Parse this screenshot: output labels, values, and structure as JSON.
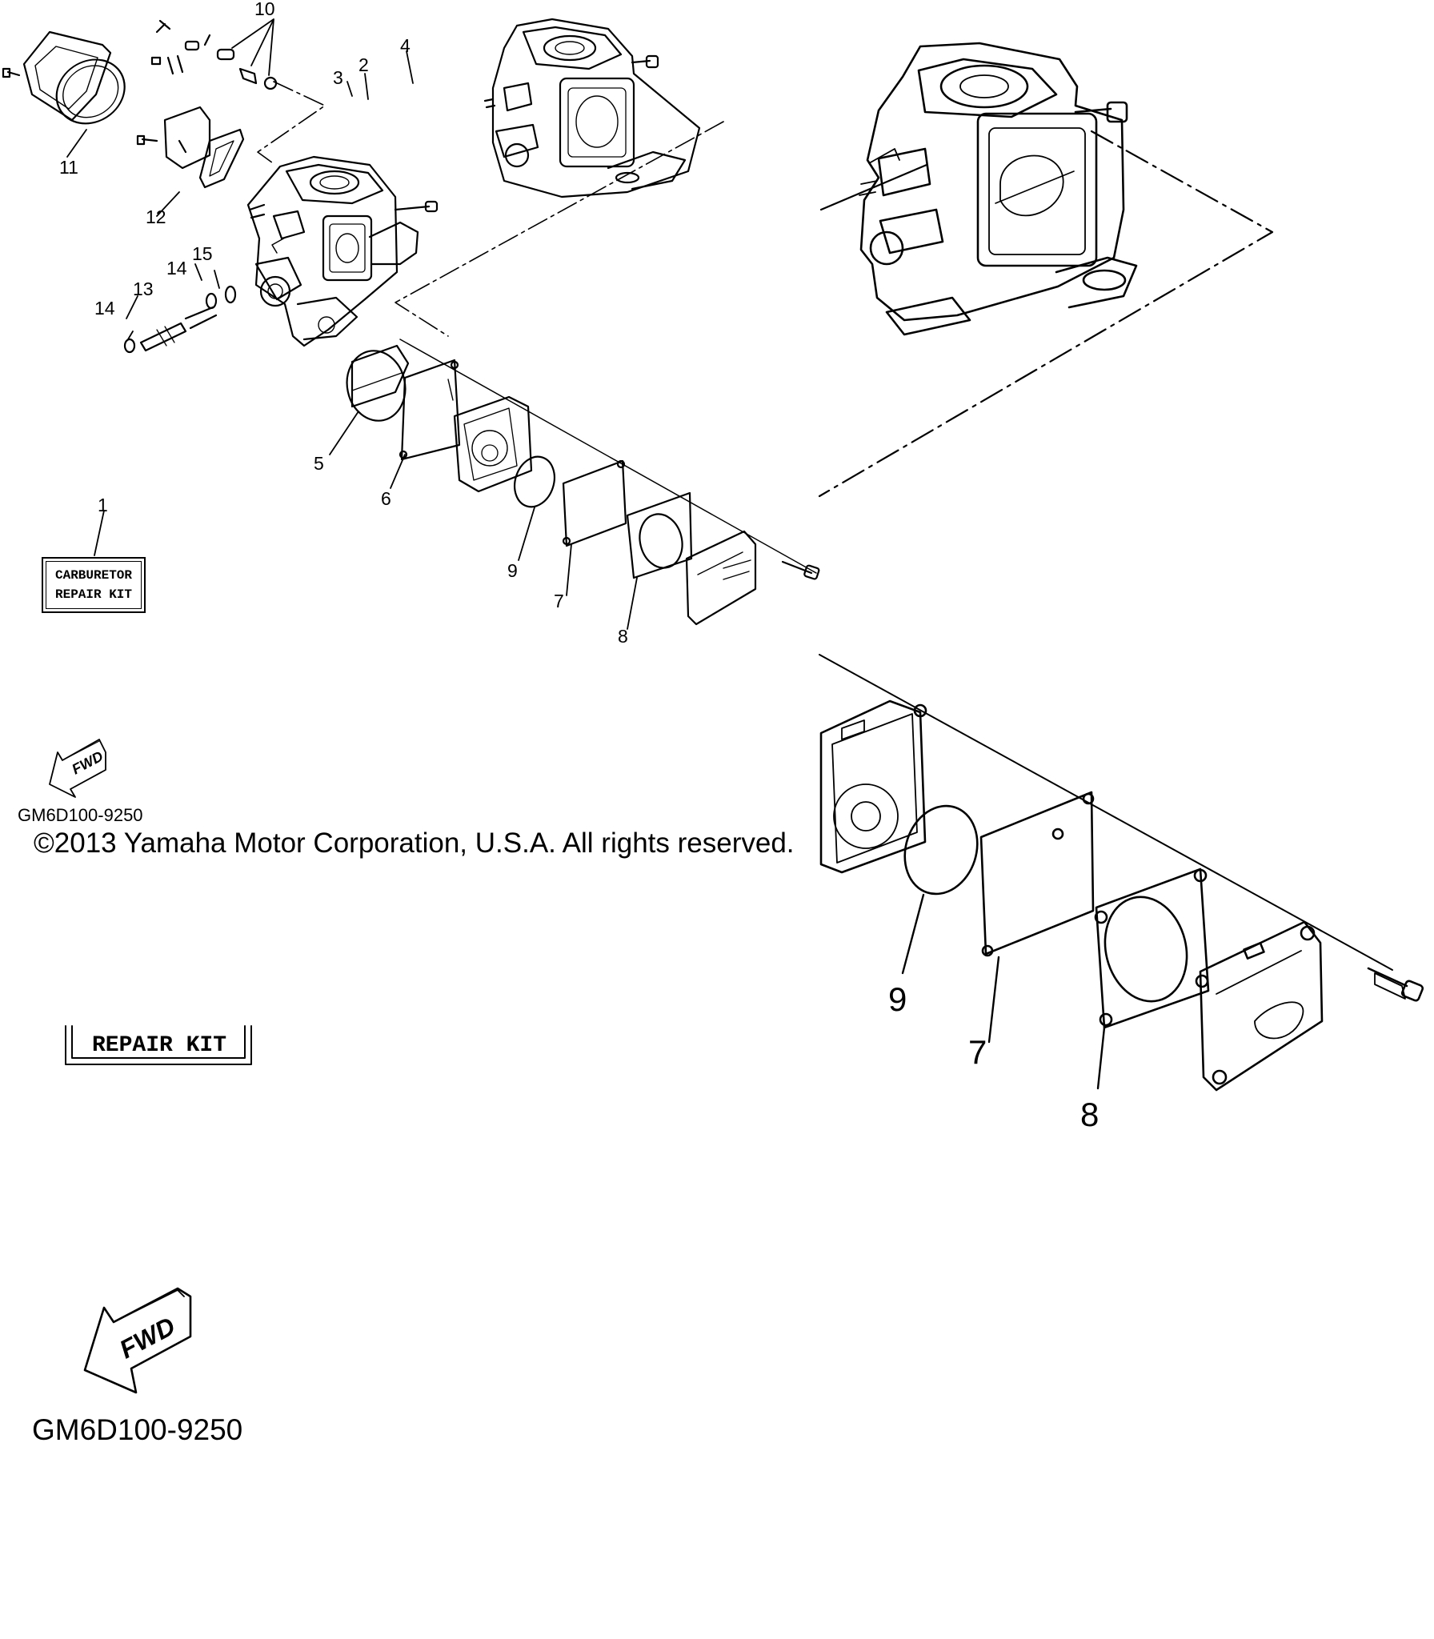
{
  "diagram": {
    "callouts_upper": [
      {
        "id": "c10",
        "label": "10"
      },
      {
        "id": "c4",
        "label": "4"
      },
      {
        "id": "c2",
        "label": "2"
      },
      {
        "id": "c3",
        "label": "3"
      },
      {
        "id": "c11",
        "label": "11"
      },
      {
        "id": "c12",
        "label": "12"
      },
      {
        "id": "c15",
        "label": "15"
      },
      {
        "id": "c14a",
        "label": "14"
      },
      {
        "id": "c13",
        "label": "13"
      },
      {
        "id": "c14b",
        "label": "14"
      },
      {
        "id": "c5",
        "label": "5"
      },
      {
        "id": "c6",
        "label": "6"
      },
      {
        "id": "c1",
        "label": "1"
      },
      {
        "id": "c9",
        "label": "9"
      },
      {
        "id": "c7",
        "label": "7"
      },
      {
        "id": "c8",
        "label": "8"
      }
    ],
    "callouts_zoom": [
      {
        "id": "z9",
        "label": "9"
      },
      {
        "id": "z7",
        "label": "7"
      },
      {
        "id": "z8",
        "label": "8"
      }
    ],
    "kit_label": {
      "line1": "CARBURETOR",
      "line2": "REPAIR KIT"
    },
    "repair_kit_large": "REPAIR KIT",
    "fwd_text": "FWD",
    "figure_code": "GM6D100-9250",
    "copyright": "©2013 Yamaha Motor Corporation, U.S.A. All rights reserved."
  }
}
